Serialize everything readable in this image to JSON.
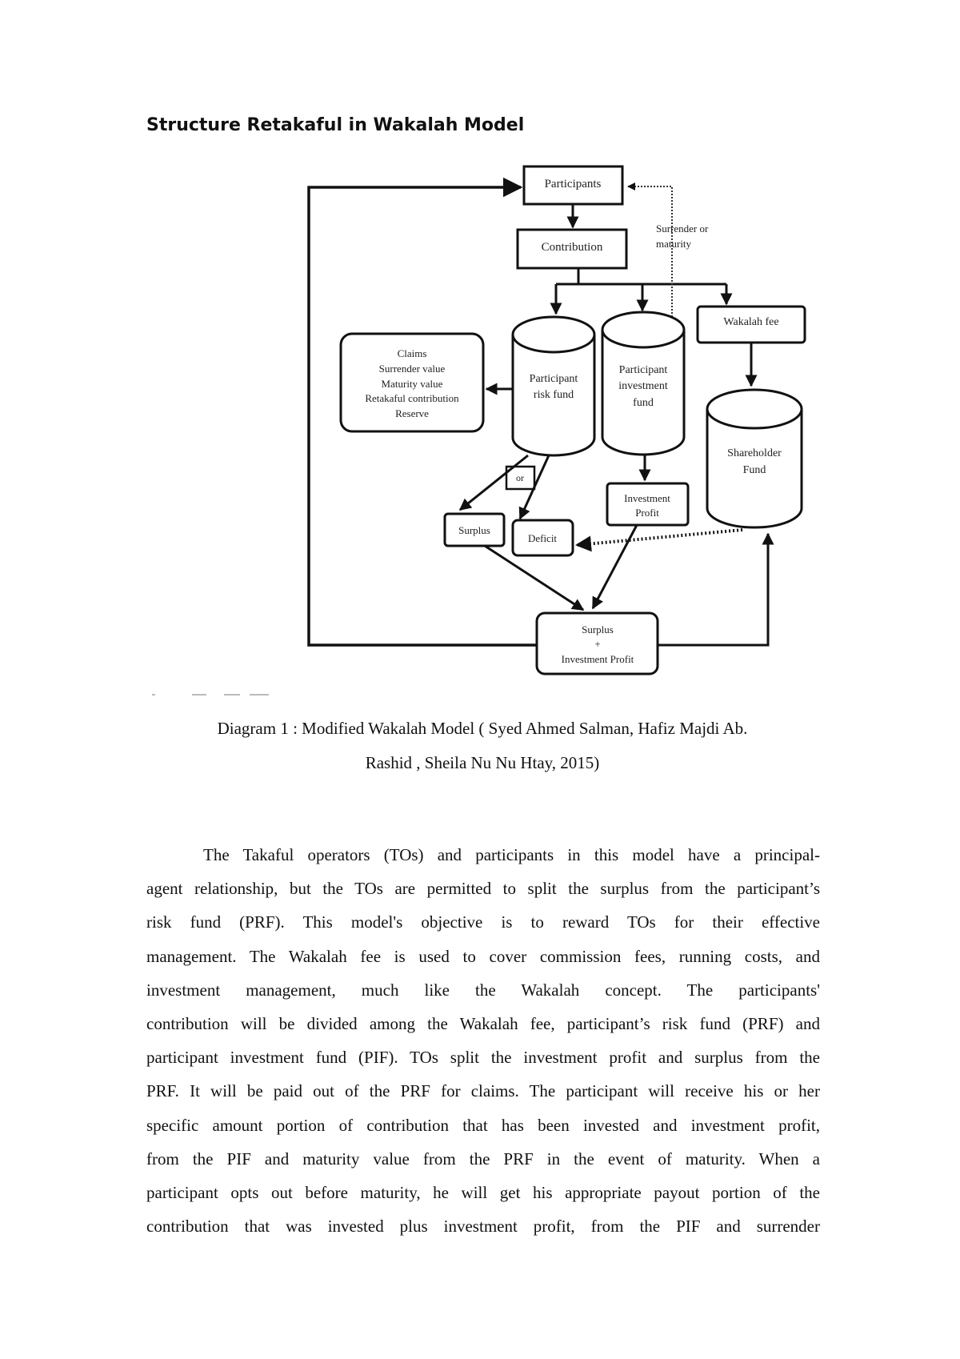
{
  "heading": "Structure Retakaful in Wakalah Model",
  "diagram": {
    "participants": "Participants",
    "contribution": "Contribution",
    "surrender_or_maturity": [
      "Surrender or",
      "maturity"
    ],
    "wakalah_fee": "Wakalah fee",
    "claims_box": [
      "Claims",
      "Surrender value",
      "Maturity value",
      "Retakaful contribution",
      "Reserve"
    ],
    "prf": [
      "Participant",
      "risk fund"
    ],
    "pif": [
      "Participant",
      "investment",
      "fund"
    ],
    "shareholder_fund": [
      "Shareholder",
      "Fund"
    ],
    "or": "or",
    "investment_profit": [
      "Investment",
      "Profit"
    ],
    "surplus": "Surplus",
    "deficit": "Deficit",
    "surplus_total": [
      "Surplus",
      "+",
      "Investment Profit"
    ]
  },
  "caption": {
    "line1": "Diagram  1 : Modified Wakalah Model ( Syed Ahmed Salman, Hafiz Majdi Ab.",
    "line2": "Rashid , Sheila Nu Nu Htay, 2015)"
  },
  "paragraph": [
    "The Takaful operators (TOs) and participants in this model have a principal-",
    "agent relationship, but the TOs are permitted to split the surplus from the participant’s",
    "risk fund (PRF). This model's objective is to reward TOs for their effective",
    "management. The Wakalah fee is used to cover commission fees, running costs, and",
    "investment management, much like the Wakalah concept. The participants'",
    "contribution will be divided among the Wakalah fee, participant’s risk fund (PRF) and",
    "participant investment fund (PIF). TOs split the investment profit and surplus from the",
    "PRF. It will be paid out of the PRF for claims. The participant will receive his or her",
    "specific amount portion of contribution that has been invested and investment profit,",
    "from the PIF  and maturity value from the PRF in the event of maturity. When a",
    "participant opts out before maturity, he will get his appropriate payout portion of the",
    "contribution that was invested plus investment profit, from the PIF and surrender"
  ]
}
